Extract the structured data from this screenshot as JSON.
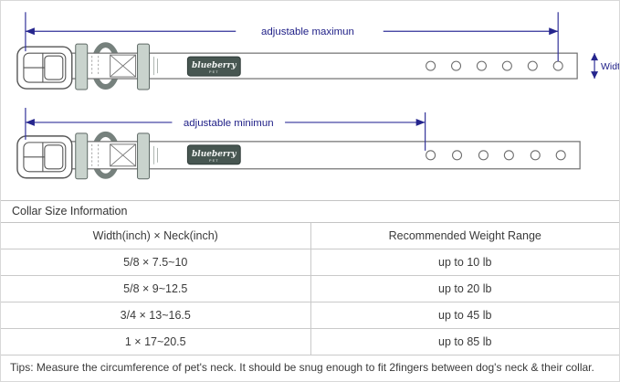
{
  "diagram": {
    "adjustable_max_label": "adjustable maximun",
    "adjustable_min_label": "adjustable minimun",
    "width_label": "Width",
    "brand_label": "blueberry",
    "brand_sub_label": "PET",
    "annotation_color": "#32329a",
    "hole_count": 6
  },
  "table": {
    "title": "Collar Size Information",
    "columns": [
      "Width(inch)  ×  Neck(inch)",
      "Recommended Weight Range"
    ],
    "rows": [
      {
        "size": "5/8 × 7.5~10",
        "weight": "up to 10 lb"
      },
      {
        "size": "5/8 × 9~12.5",
        "weight": "up to 20 lb"
      },
      {
        "size": "3/4 × 13~16.5",
        "weight": "up to 45 lb"
      },
      {
        "size": "1 × 17~20.5",
        "weight": "up to 85 lb"
      }
    ],
    "tips": "Tips: Measure the circumference of pet's neck. It should be snug enough to fit 2fingers between dog's neck & their collar."
  }
}
